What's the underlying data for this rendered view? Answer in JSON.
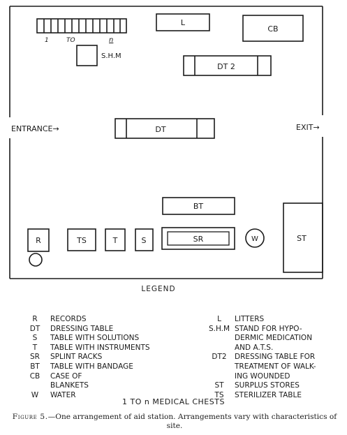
{
  "plan": {
    "chest_range": {
      "start": "1",
      "to": "TO",
      "end": "n"
    },
    "stations": {
      "litters": "L",
      "blankets": "CB",
      "shm": "S.H.M",
      "dt2": "DT 2",
      "entrance": "ENTRANCE→",
      "exit": "EXIT→",
      "dt": "DT",
      "bt": "BT",
      "records": "R",
      "ts": "TS",
      "t": "T",
      "s": "S",
      "sr": "SR",
      "water": "W",
      "st": "ST"
    }
  },
  "legend": {
    "title": "LEGEND",
    "left": [
      {
        "code": "R",
        "desc": "RECORDS"
      },
      {
        "code": "DT",
        "desc": "DRESSING TABLE"
      },
      {
        "code": "S",
        "desc": "TABLE WITH SOLUTIONS"
      },
      {
        "code": "T",
        "desc": "TABLE WITH INSTRUMENTS"
      },
      {
        "code": "SR",
        "desc": "SPLINT RACKS"
      },
      {
        "code": "BT",
        "desc": "TABLE WITH BANDAGE"
      },
      {
        "code": "CB",
        "desc": "CASE OF"
      },
      {
        "code": "",
        "desc": "BLANKETS"
      },
      {
        "code": "W",
        "desc": "WATER"
      }
    ],
    "right": [
      {
        "code": "L",
        "desc": "LITTERS"
      },
      {
        "code": "S.H.M",
        "desc": "STAND FOR HYPO-"
      },
      {
        "code": "",
        "desc": "DERMIC MEDICATION"
      },
      {
        "code": "",
        "desc": "AND   A.T.S."
      },
      {
        "code": "DT2",
        "desc": "DRESSING TABLE FOR"
      },
      {
        "code": "",
        "desc": "TREATMENT OF WALK-"
      },
      {
        "code": "",
        "desc": "ING WOUNDED"
      },
      {
        "code": "ST",
        "desc": "SURPLUS STORES"
      },
      {
        "code": "TS",
        "desc": "STERILIZER TABLE"
      }
    ],
    "chests": "1 TO n  MEDICAL CHESTS"
  },
  "caption": {
    "figure": "Figure 5.",
    "text": "—One arrangement of aid station.  Arrangements vary with characteristics of site."
  }
}
